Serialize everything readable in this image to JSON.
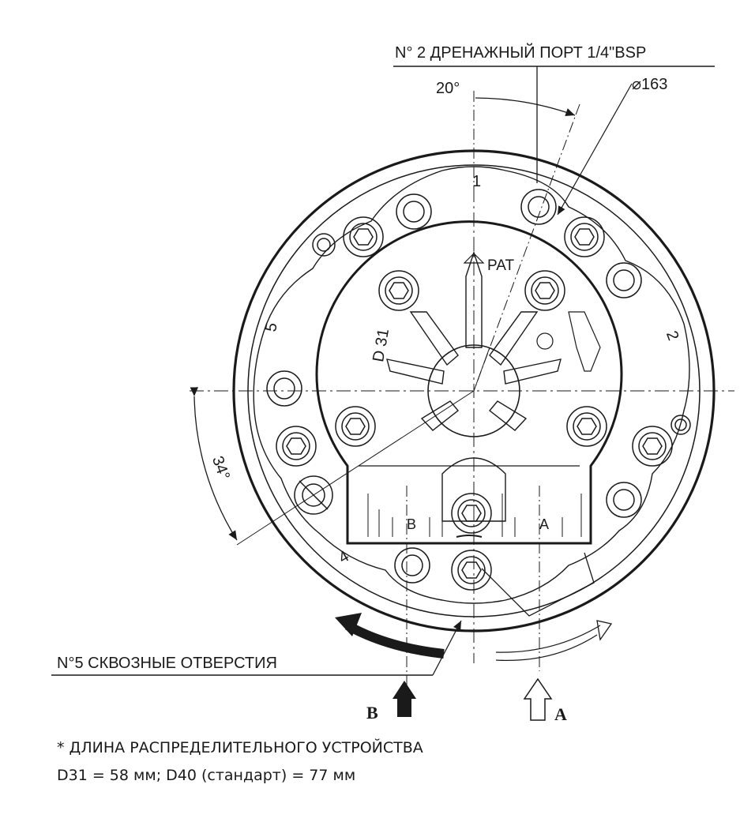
{
  "labels": {
    "drain_port": "N°  2 ДРЕНАЖНЫЙ ПОРТ 1/4\"BSP",
    "diameter": "⌀163",
    "angle_top": "20°",
    "angle_left": "34°",
    "pat": "PAT",
    "d31": "D 31",
    "through_holes": "N°5 СКВОЗНЫЕ ОТВЕРСТИЯ",
    "port_a": "A",
    "port_b": "B",
    "arrow_a": "A",
    "arrow_b": "B",
    "position_numbers": [
      "1",
      "2",
      "4",
      "5"
    ]
  },
  "notes": {
    "line1": "* ДЛИНА РАСПРЕДЕЛИТЕЛЬНОГО УСТРОЙСТВА",
    "line2": "D31 = 58 мм; D40 (стандарт) = 77 мм"
  }
}
